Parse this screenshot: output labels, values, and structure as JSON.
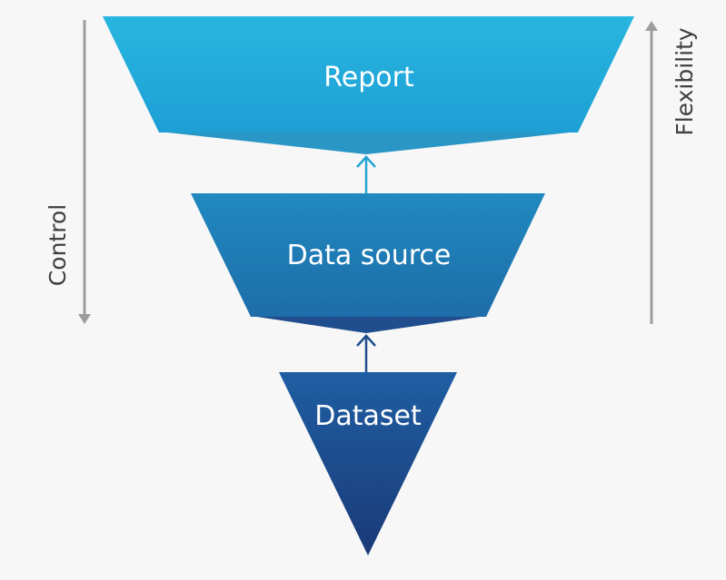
{
  "layers": [
    {
      "label": "Report",
      "color_top": "#27b6df",
      "color_bottom": "#1e9fd5",
      "tip_color": "#2a96c5"
    },
    {
      "label": "Data source",
      "color_top": "#2189c0",
      "color_bottom": "#1d6da9",
      "tip_color": "#1f4d8d"
    },
    {
      "label": "Dataset",
      "color_top": "#1f5ea3",
      "color_bottom": "#1a3a77"
    }
  ],
  "connectors": [
    {
      "from": "Data source",
      "to": "Report",
      "color": "#23a4d2"
    },
    {
      "from": "Dataset",
      "to": "Data source",
      "color": "#1f4d8d"
    }
  ],
  "axes": {
    "left": {
      "label": "Control",
      "direction": "down",
      "color": "#9c9c9c"
    },
    "right": {
      "label": "Flexibility",
      "direction": "up",
      "color": "#9c9c9c"
    }
  }
}
